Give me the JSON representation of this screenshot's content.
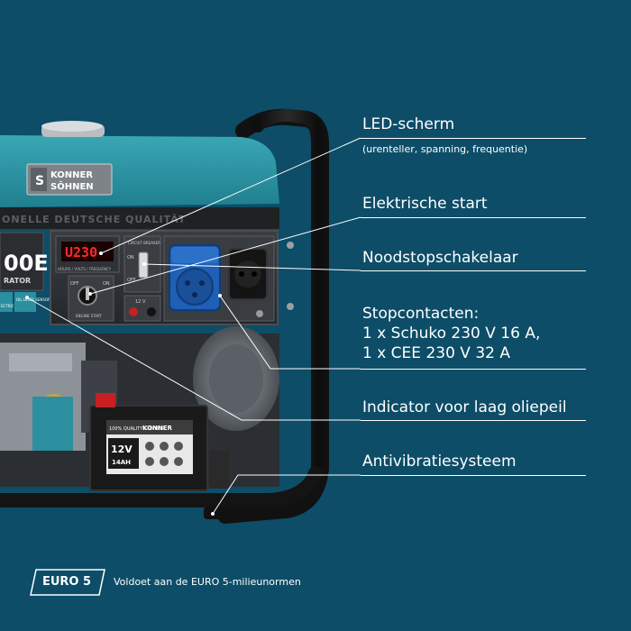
{
  "callouts": [
    {
      "title": "LED-scherm",
      "subtitle": "(urenteller, spanning, frequentie)"
    },
    {
      "title": "Elektrische start"
    },
    {
      "title": "Noodstopschakelaar"
    },
    {
      "title_lines": [
        "Stopcontacten:",
        "1 x Schuko 230 V 16 A,",
        "1 x CEE 230 V 32 A"
      ]
    },
    {
      "title": "Indicator voor laag oliepeil"
    },
    {
      "title": "Antivibratiesysteem"
    }
  ],
  "euro": {
    "badge": "EURO 5",
    "description": "Voldoet aan de EURO 5-milieunormen"
  },
  "product": {
    "brand_top": "KONNER",
    "brand_bottom": "SÖHNEN",
    "slogan": "ONELLE DEUTSCHE QUALITÄT",
    "model_fragment": "00E",
    "model_sub": "RATOR",
    "display_reading": "U230",
    "display_caption": "HOURS / VOLTS / FREQUENCY",
    "breaker_label": "CIRCUIT BREAKER",
    "on_label": "ON",
    "off_label": "OFF",
    "engine_start": "ENGINE START",
    "dc_label": "12 V",
    "electric_start_fragment": "ECTRIC START",
    "oil_sensor": "OIL LEVEL SENSOR",
    "battery_voltage": "12V",
    "battery_capacity": "14AH",
    "battery_quality": "100% QUALITY CONTROL"
  },
  "colors": {
    "background": "#0d4d68",
    "tank": "#2e97a6",
    "frame": "#161616",
    "socket_blue": "#1f5fb5"
  }
}
